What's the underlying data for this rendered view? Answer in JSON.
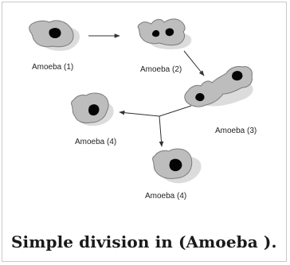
{
  "labels": {
    "amoeba_1": "Amoeba (1)",
    "amoeba_2": "Amoeba (2)",
    "amoeba_3": "Amoeba (3)",
    "amoeba_4a": "Amoeba (4)",
    "amoeba_4b": "Amoeba (4)"
  },
  "caption": "Simple division in  (Amoeba )."
}
